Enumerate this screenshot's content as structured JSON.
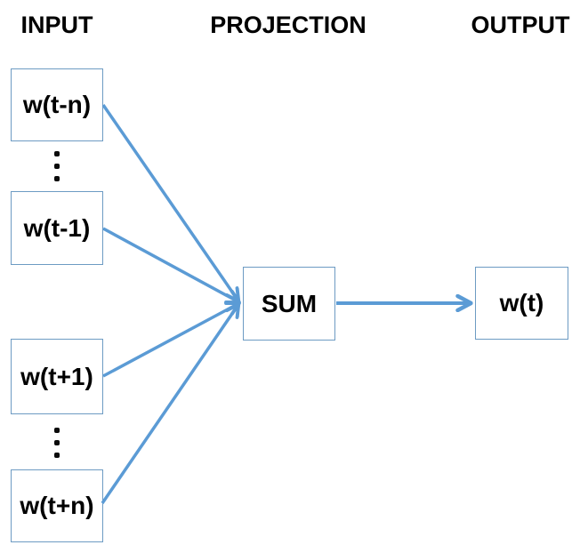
{
  "diagram": {
    "type": "flow-diagram",
    "description": "CBOW word embedding architecture: context word inputs are projected and summed to predict the target word",
    "columns": [
      {
        "label": "INPUT"
      },
      {
        "label": "PROJECTION"
      },
      {
        "label": "OUTPUT"
      }
    ],
    "input_nodes": [
      {
        "label": "w(t-n)"
      },
      {
        "label": "w(t-1)"
      },
      {
        "label": "w(t+1)"
      },
      {
        "label": "w(t+n)"
      }
    ],
    "sum_node": {
      "label": "SUM"
    },
    "output_node": {
      "label": "w(t)"
    },
    "connections": [
      {
        "from": "w(t-n)",
        "to": "SUM"
      },
      {
        "from": "w(t-1)",
        "to": "SUM"
      },
      {
        "from": "w(t+1)",
        "to": "SUM"
      },
      {
        "from": "w(t+n)",
        "to": "SUM"
      },
      {
        "from": "SUM",
        "to": "w(t)"
      }
    ],
    "colors": {
      "arrow": "#5b9bd5",
      "box_border": "#6d9bc3",
      "text": "#000000",
      "background": "#ffffff"
    }
  }
}
